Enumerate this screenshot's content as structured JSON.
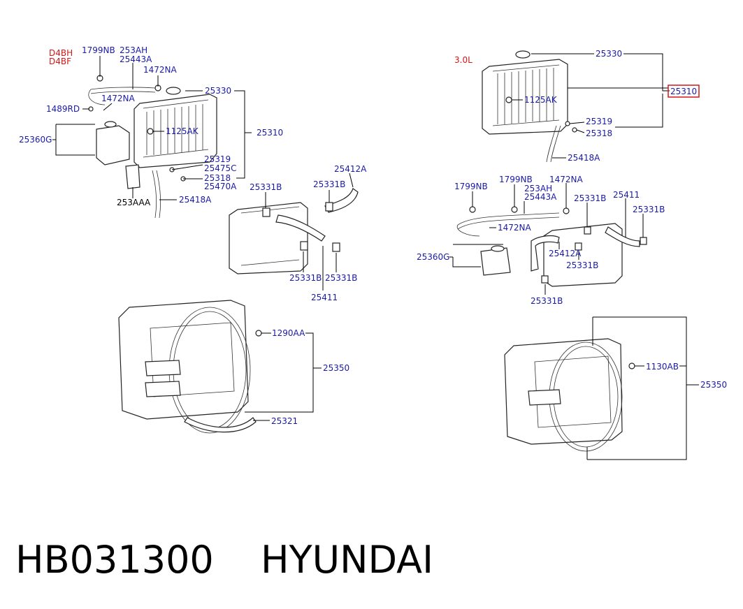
{
  "left_group": {
    "engine_codes": [
      "D4BH",
      "D4BF"
    ],
    "labels": {
      "l1799nb": "1799NB",
      "l253ah": "253AH",
      "l25443a": "25443A",
      "l1472na_top": "1472NA",
      "l1472na_mid": "1472NA",
      "l1489rd": "1489RD",
      "l25330": "25330",
      "l25310": "25310",
      "l25360g": "25360G",
      "l1125ak": "1125AK",
      "l25319": "25319",
      "l25475c": "25475C",
      "l25318": "25318",
      "l25470a": "25470A",
      "l253aaa": "253AAA",
      "l25418a": "25418A"
    }
  },
  "left_hose_group": {
    "labels": {
      "l25331b_a": "25331B",
      "l25331b_b": "25331B",
      "l25412a": "25412A",
      "l25331b_c": "25331B",
      "l25331b_d": "25331B",
      "l25411": "25411"
    }
  },
  "left_shroud_group": {
    "labels": {
      "l1290aa": "1290AA",
      "l25350": "25350",
      "l25321": "25321"
    }
  },
  "right_group": {
    "engine_code": "3.0L",
    "labels": {
      "l25330": "25330",
      "l25310_highlight": "25310",
      "l1125ak": "1125AK",
      "l25319": "25319",
      "l25318": "25318",
      "l25418a": "25418A"
    }
  },
  "right_hose_group": {
    "labels": {
      "l1799nb_a": "1799NB",
      "l1799nb_b": "1799NB",
      "l1472na_a": "1472NA",
      "l253ah": "253AH",
      "l25443a": "25443A",
      "l25331b_a": "25331B",
      "l25411": "25411",
      "l25331b_b": "25331B",
      "l1472na_b": "1472NA",
      "l25360g": "25360G",
      "l25412a": "25412A",
      "l25331b_c": "25331B",
      "l25331b_d": "25331B"
    }
  },
  "right_shroud_group": {
    "labels": {
      "l1130ab": "1130AB",
      "l25350": "25350"
    }
  },
  "footer": {
    "part_number": "HB031300",
    "brand": "HYUNDAI"
  },
  "colors": {
    "label": "#1a1aa8",
    "engine_code": "#d01818",
    "highlight_box": "#d01818",
    "line": "#000000"
  }
}
